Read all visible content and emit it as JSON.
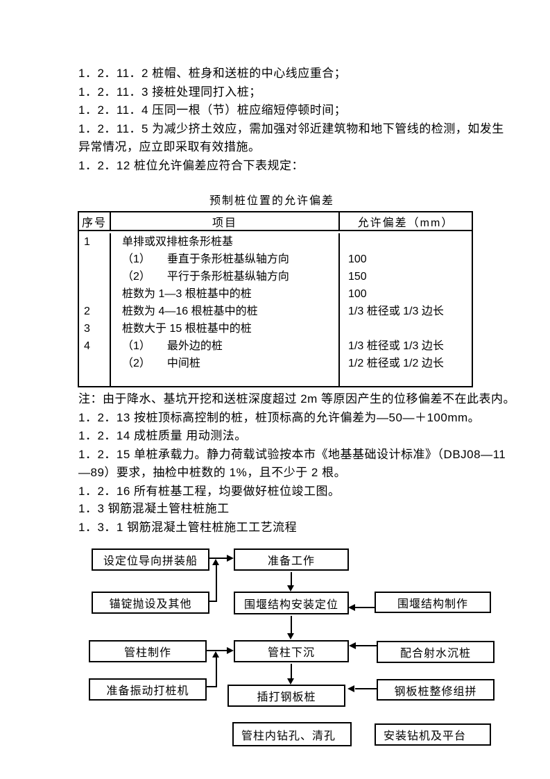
{
  "document": {
    "paragraphs_top": [
      "1．2．11．2 桩帽、桩身和送桩的中心线应重合；",
      "1．2．11．3 接桩处理同打入桩；",
      "1．2．11．4 压同一根（节）桩应缩短停顿时间；",
      "1．2．11．5 为减少挤土效应，需加强对邻近建筑物和地下管线的检测，如发生",
      "异常情况，应立即采取有效措施。",
      "1．2．12 桩位允许偏差应符合下表规定："
    ],
    "table": {
      "title": "预制桩位置的允许偏差",
      "headers": [
        "序号",
        "项目",
        "允许偏差（mm）"
      ],
      "rows_seq": [
        "1",
        "",
        "",
        "",
        "2",
        "3",
        "4",
        ""
      ],
      "rows_item": [
        "单排或双排桩条形桩基",
        "（1）　　垂直于条形桩基纵轴方向",
        "（2）　　平行于条形桩基纵轴方向",
        "桩数为 1—3 根桩基中的桩",
        "桩数为 4—16 根桩基中的桩",
        "桩数大于 15 根桩基中的桩",
        "（1）　　最外边的桩",
        "（2）　　中间桩"
      ],
      "rows_dev": [
        "",
        "100",
        "150",
        "100",
        "1/3 桩径或 1/3 边长",
        "",
        "1/3 桩径或 1/3 边长",
        "1/2 桩径或 1/2 边长"
      ]
    },
    "paragraphs_mid": [
      "注：由于降水、基坑开挖和送桩深度超过 2m 等原因产生的位移偏差不在此表内。",
      "1．2．13 按桩顶标高控制的桩，桩顶标高的允许偏差为—50—＋100mm。",
      "1．2．14 成桩质量 用动测法。",
      "1．2．15 单桩承载力。静力荷载试验按本市《地基基础设计标准》（DBJ08—11",
      "—89）要求，抽检中桩数的 1%，且不少于 2 根。",
      "1．2．16 所有桩基工程，均要做好桩位竣工图。"
    ],
    "paragraphs_section": [
      "1．3 钢筋混凝土管柱桩施工",
      "1．3．1 钢筋混凝土管柱桩施工工艺流程"
    ]
  },
  "flowchart": {
    "boxes": [
      {
        "label": "设定位导向拼装船"
      },
      {
        "label": "准备工作"
      },
      {
        "label": "锚锭抛设及其他"
      },
      {
        "label": "围堰结构安装定位"
      },
      {
        "label": "围堰结构制作"
      },
      {
        "label": "管柱制作"
      },
      {
        "label": "管柱下沉"
      },
      {
        "label": "配合射水沉桩"
      },
      {
        "label": "准备振动打桩机"
      },
      {
        "label": "插打钢板桩"
      },
      {
        "label": "钢板桩整修组拼"
      },
      {
        "label": "管柱内钻孔、清孔"
      },
      {
        "label": "安装钻机及平台"
      }
    ]
  },
  "colors": {
    "text": "#000000",
    "background": "#ffffff",
    "line": "#000000"
  }
}
